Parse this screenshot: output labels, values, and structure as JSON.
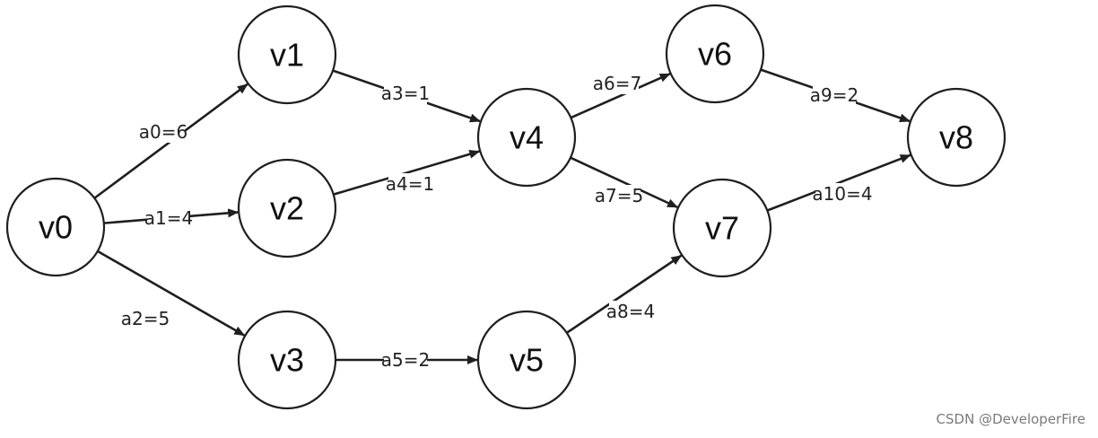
{
  "graph": {
    "nodes": [
      {
        "id": "v0",
        "label": "v0"
      },
      {
        "id": "v1",
        "label": "v1"
      },
      {
        "id": "v2",
        "label": "v2"
      },
      {
        "id": "v3",
        "label": "v3"
      },
      {
        "id": "v4",
        "label": "v4"
      },
      {
        "id": "v5",
        "label": "v5"
      },
      {
        "id": "v6",
        "label": "v6"
      },
      {
        "id": "v7",
        "label": "v7"
      },
      {
        "id": "v8",
        "label": "v8"
      }
    ],
    "edges": [
      {
        "id": "a0",
        "from": "v0",
        "to": "v1",
        "label": "a0=6"
      },
      {
        "id": "a1",
        "from": "v0",
        "to": "v2",
        "label": "a1=4"
      },
      {
        "id": "a2",
        "from": "v0",
        "to": "v3",
        "label": "a2=5"
      },
      {
        "id": "a3",
        "from": "v1",
        "to": "v4",
        "label": "a3=1"
      },
      {
        "id": "a4",
        "from": "v2",
        "to": "v4",
        "label": "a4=1"
      },
      {
        "id": "a5",
        "from": "v3",
        "to": "v5",
        "label": "a5=2"
      },
      {
        "id": "a6",
        "from": "v4",
        "to": "v6",
        "label": "a6=7"
      },
      {
        "id": "a7",
        "from": "v4",
        "to": "v7",
        "label": "a7=5"
      },
      {
        "id": "a8",
        "from": "v5",
        "to": "v7",
        "label": "a8=4"
      },
      {
        "id": "a9",
        "from": "v6",
        "to": "v8",
        "label": "a9=2"
      },
      {
        "id": "a10",
        "from": "v7",
        "to": "v8",
        "label": "a10=4"
      }
    ]
  },
  "watermark": "CSDN @DeveloperFire"
}
